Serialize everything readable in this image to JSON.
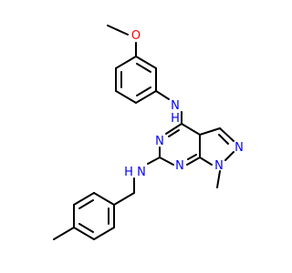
{
  "molecule": {
    "colors": {
      "carbon": "#000000",
      "nitrogen": "#0000FF",
      "oxygen": "#FF0000",
      "background": "#FFFFFF"
    },
    "atom_labels": {
      "o_methoxy": "O",
      "nh_top": "N",
      "h_top": "H",
      "n3": "N",
      "n1": "N",
      "n_pyrazole1": "N",
      "n_pyrazole2": "N",
      "nh_bottom": "N",
      "h_bottom": "H"
    }
  }
}
